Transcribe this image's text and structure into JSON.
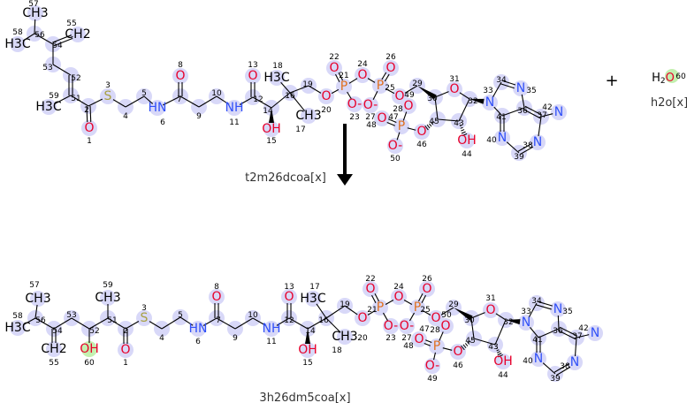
{
  "reaction": {
    "plus_sign": "+",
    "colors": {
      "O": "#e8002a",
      "N": "#3050f8",
      "S": "#a8a040",
      "P": "#e07020",
      "C": "#000000",
      "highlight": "#d8d8f8",
      "highlight_special": "#c4f0b0"
    },
    "reactant": {
      "name": "t2m26dcoa[x]",
      "atoms": [
        {
          "n": "1",
          "sym": "O"
        },
        {
          "n": "2",
          "sym": ""
        },
        {
          "n": "3",
          "sym": "S"
        },
        {
          "n": "4",
          "sym": ""
        },
        {
          "n": "5",
          "sym": ""
        },
        {
          "n": "6",
          "sym": "HN"
        },
        {
          "n": "7",
          "sym": ""
        },
        {
          "n": "8",
          "sym": "O"
        },
        {
          "n": "9",
          "sym": ""
        },
        {
          "n": "10",
          "sym": ""
        },
        {
          "n": "11",
          "sym": "NH"
        },
        {
          "n": "12",
          "sym": ""
        },
        {
          "n": "13",
          "sym": "O"
        },
        {
          "n": "14",
          "sym": ""
        },
        {
          "n": "15",
          "sym": "OH"
        },
        {
          "n": "16",
          "sym": ""
        },
        {
          "n": "17",
          "sym": "CH3"
        },
        {
          "n": "18",
          "sym": "H3C"
        },
        {
          "n": "19",
          "sym": ""
        },
        {
          "n": "20",
          "sym": "O"
        },
        {
          "n": "21",
          "sym": "P"
        },
        {
          "n": "22",
          "sym": "O"
        },
        {
          "n": "23",
          "sym": "O-"
        },
        {
          "n": "24",
          "sym": "O"
        },
        {
          "n": "25",
          "sym": "P"
        },
        {
          "n": "26",
          "sym": "O"
        },
        {
          "n": "27",
          "sym": "O-"
        },
        {
          "n": "28",
          "sym": "O"
        },
        {
          "n": "29",
          "sym": ""
        },
        {
          "n": "30",
          "sym": ""
        },
        {
          "n": "31",
          "sym": "O"
        },
        {
          "n": "32",
          "sym": ""
        },
        {
          "n": "33",
          "sym": "N"
        },
        {
          "n": "34",
          "sym": ""
        },
        {
          "n": "35",
          "sym": "N"
        },
        {
          "n": "36",
          "sym": ""
        },
        {
          "n": "37",
          "sym": ""
        },
        {
          "n": "38",
          "sym": "N"
        },
        {
          "n": "39",
          "sym": ""
        },
        {
          "n": "40",
          "sym": "N"
        },
        {
          "n": "41",
          "sym": ""
        },
        {
          "n": "42",
          "sym": "N"
        },
        {
          "n": "43",
          "sym": ""
        },
        {
          "n": "44",
          "sym": "OH"
        },
        {
          "n": "45",
          "sym": ""
        },
        {
          "n": "46",
          "sym": "O"
        },
        {
          "n": "47",
          "sym": "P"
        },
        {
          "n": "48",
          "sym": "O"
        },
        {
          "n": "49",
          "sym": "O"
        },
        {
          "n": "50",
          "sym": "O-"
        },
        {
          "n": "51",
          "sym": ""
        },
        {
          "n": "52",
          "sym": ""
        },
        {
          "n": "53",
          "sym": ""
        },
        {
          "n": "54",
          "sym": ""
        },
        {
          "n": "55",
          "sym": "CH2"
        },
        {
          "n": "56",
          "sym": ""
        },
        {
          "n": "57",
          "sym": "CH3"
        },
        {
          "n": "58",
          "sym": "H3C"
        },
        {
          "n": "59",
          "sym": "H3C"
        }
      ]
    },
    "co_reactant": {
      "name": "h2o[x]",
      "atoms": [
        {
          "n": "60",
          "sym": "H2O"
        }
      ]
    },
    "product": {
      "name": "3h26dm5coa[x]",
      "atoms": [
        {
          "n": "1",
          "sym": "O"
        },
        {
          "n": "2",
          "sym": ""
        },
        {
          "n": "3",
          "sym": "S"
        },
        {
          "n": "4",
          "sym": ""
        },
        {
          "n": "5",
          "sym": ""
        },
        {
          "n": "6",
          "sym": "HN"
        },
        {
          "n": "7",
          "sym": ""
        },
        {
          "n": "8",
          "sym": "O"
        },
        {
          "n": "9",
          "sym": ""
        },
        {
          "n": "10",
          "sym": ""
        },
        {
          "n": "11",
          "sym": "NH"
        },
        {
          "n": "12",
          "sym": ""
        },
        {
          "n": "13",
          "sym": "O"
        },
        {
          "n": "14",
          "sym": ""
        },
        {
          "n": "15",
          "sym": "OH"
        },
        {
          "n": "16",
          "sym": ""
        },
        {
          "n": "17",
          "sym": "H3C"
        },
        {
          "n": "18",
          "sym": "CH3"
        },
        {
          "n": "19",
          "sym": ""
        },
        {
          "n": "20",
          "sym": "O"
        },
        {
          "n": "21",
          "sym": "P"
        },
        {
          "n": "22",
          "sym": "O"
        },
        {
          "n": "23",
          "sym": "O-"
        },
        {
          "n": "24",
          "sym": "O"
        },
        {
          "n": "25",
          "sym": "P"
        },
        {
          "n": "26",
          "sym": "O"
        },
        {
          "n": "27",
          "sym": "O-"
        },
        {
          "n": "28",
          "sym": "O"
        },
        {
          "n": "29",
          "sym": ""
        },
        {
          "n": "30",
          "sym": ""
        },
        {
          "n": "31",
          "sym": "O"
        },
        {
          "n": "32",
          "sym": ""
        },
        {
          "n": "33",
          "sym": "N"
        },
        {
          "n": "34",
          "sym": ""
        },
        {
          "n": "35",
          "sym": "N"
        },
        {
          "n": "36",
          "sym": ""
        },
        {
          "n": "37",
          "sym": ""
        },
        {
          "n": "38",
          "sym": "N"
        },
        {
          "n": "39",
          "sym": ""
        },
        {
          "n": "40",
          "sym": "N"
        },
        {
          "n": "41",
          "sym": ""
        },
        {
          "n": "42",
          "sym": "N"
        },
        {
          "n": "43",
          "sym": ""
        },
        {
          "n": "44",
          "sym": "OH"
        },
        {
          "n": "45",
          "sym": ""
        },
        {
          "n": "46",
          "sym": "O"
        },
        {
          "n": "47",
          "sym": "P"
        },
        {
          "n": "48",
          "sym": "O"
        },
        {
          "n": "49",
          "sym": "O-"
        },
        {
          "n": "50",
          "sym": "O"
        },
        {
          "n": "51",
          "sym": ""
        },
        {
          "n": "52",
          "sym": ""
        },
        {
          "n": "53",
          "sym": ""
        },
        {
          "n": "54",
          "sym": ""
        },
        {
          "n": "55",
          "sym": "CH2"
        },
        {
          "n": "56",
          "sym": ""
        },
        {
          "n": "57",
          "sym": "CH3"
        },
        {
          "n": "58",
          "sym": "H3C"
        },
        {
          "n": "59",
          "sym": "CH3"
        },
        {
          "n": "60",
          "sym": "OH"
        }
      ]
    }
  }
}
